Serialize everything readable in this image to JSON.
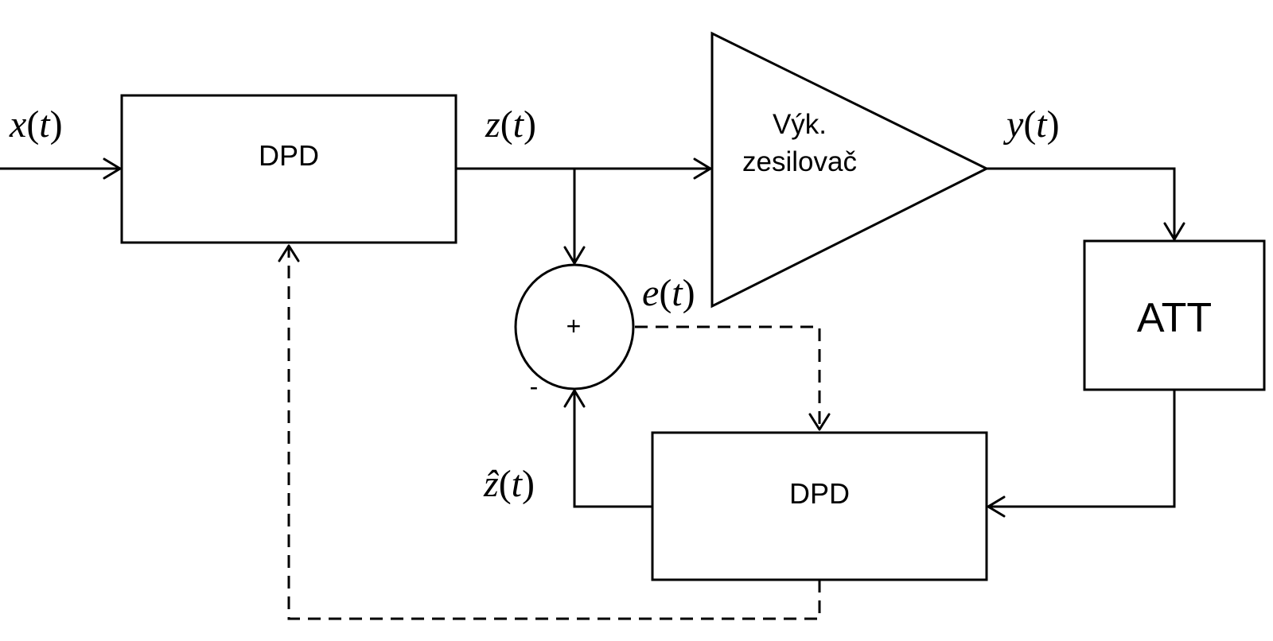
{
  "blocks": {
    "dpd_forward": "DPD",
    "dpd_feedback": "DPD",
    "amplifier_line1": "Výk.",
    "amplifier_line2": "zesilovač",
    "attenuator": "ATT",
    "sum_plus": "+",
    "sum_minus": "-"
  },
  "signals": {
    "x": {
      "var": "x",
      "arg": "t"
    },
    "z": {
      "var": "z",
      "arg": "t"
    },
    "y": {
      "var": "y",
      "arg": "t"
    },
    "e": {
      "var": "e",
      "arg": "t"
    },
    "z_hat": {
      "var": "ẑ",
      "arg": "t"
    }
  },
  "colors": {
    "stroke": "#000000",
    "background": "#ffffff"
  }
}
